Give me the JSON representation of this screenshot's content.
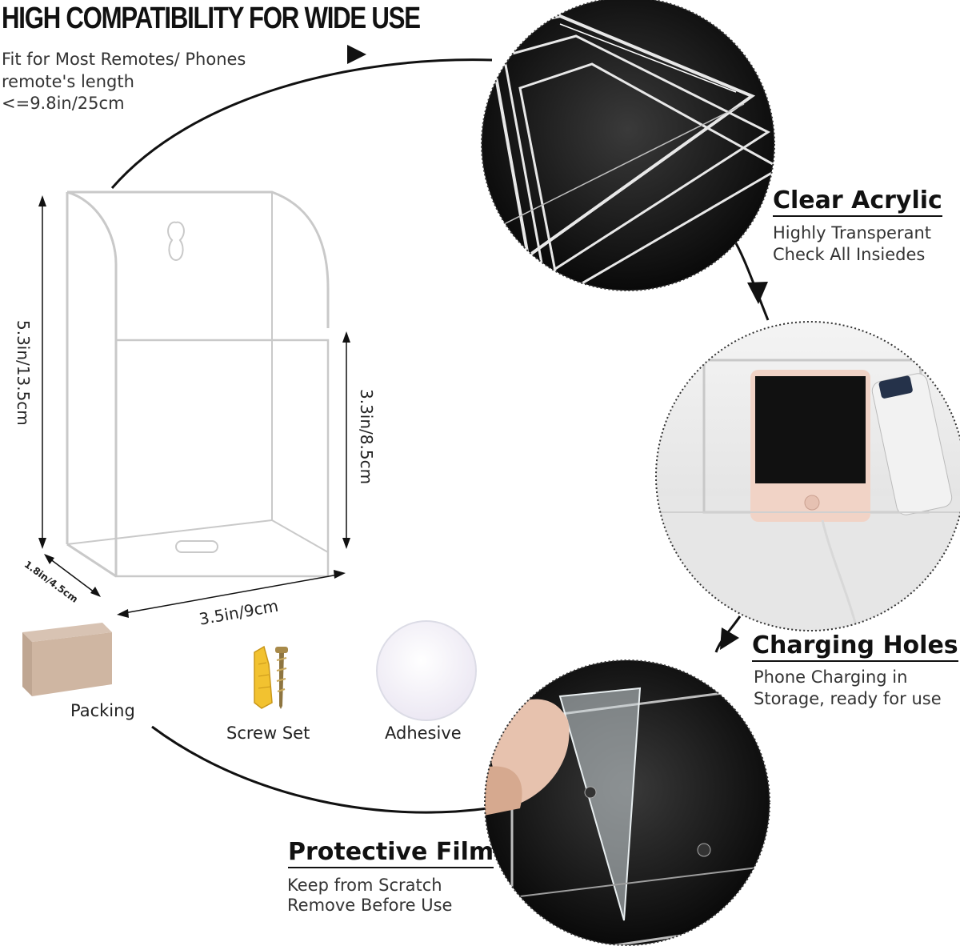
{
  "headline": "HIGH COMPATIBILITY FOR WIDE USE",
  "fit": {
    "line1": "Fit for Most Remotes/ Phones",
    "line2": "remote's length",
    "line3": "<=9.8in/25cm"
  },
  "dimensions": {
    "height_total": "5.3in/13.5cm",
    "height_front": "3.3in/8.5cm",
    "width": "3.5in/9cm",
    "depth": "1.8in/4.5cm"
  },
  "accessories": {
    "packing": "Packing",
    "screw_set": "Screw Set",
    "adhesive": "Adhesive"
  },
  "features": [
    {
      "title": "Clear Acrylic",
      "line1": "Highly Transperant",
      "line2": "Check All Insiedes"
    },
    {
      "title": "Charging Holes",
      "line1": "Phone Charging in",
      "line2": "Storage, ready for use"
    },
    {
      "title": "Protective Film",
      "line1": "Keep from Scratch",
      "line2": "Remove Before Use"
    }
  ]
}
